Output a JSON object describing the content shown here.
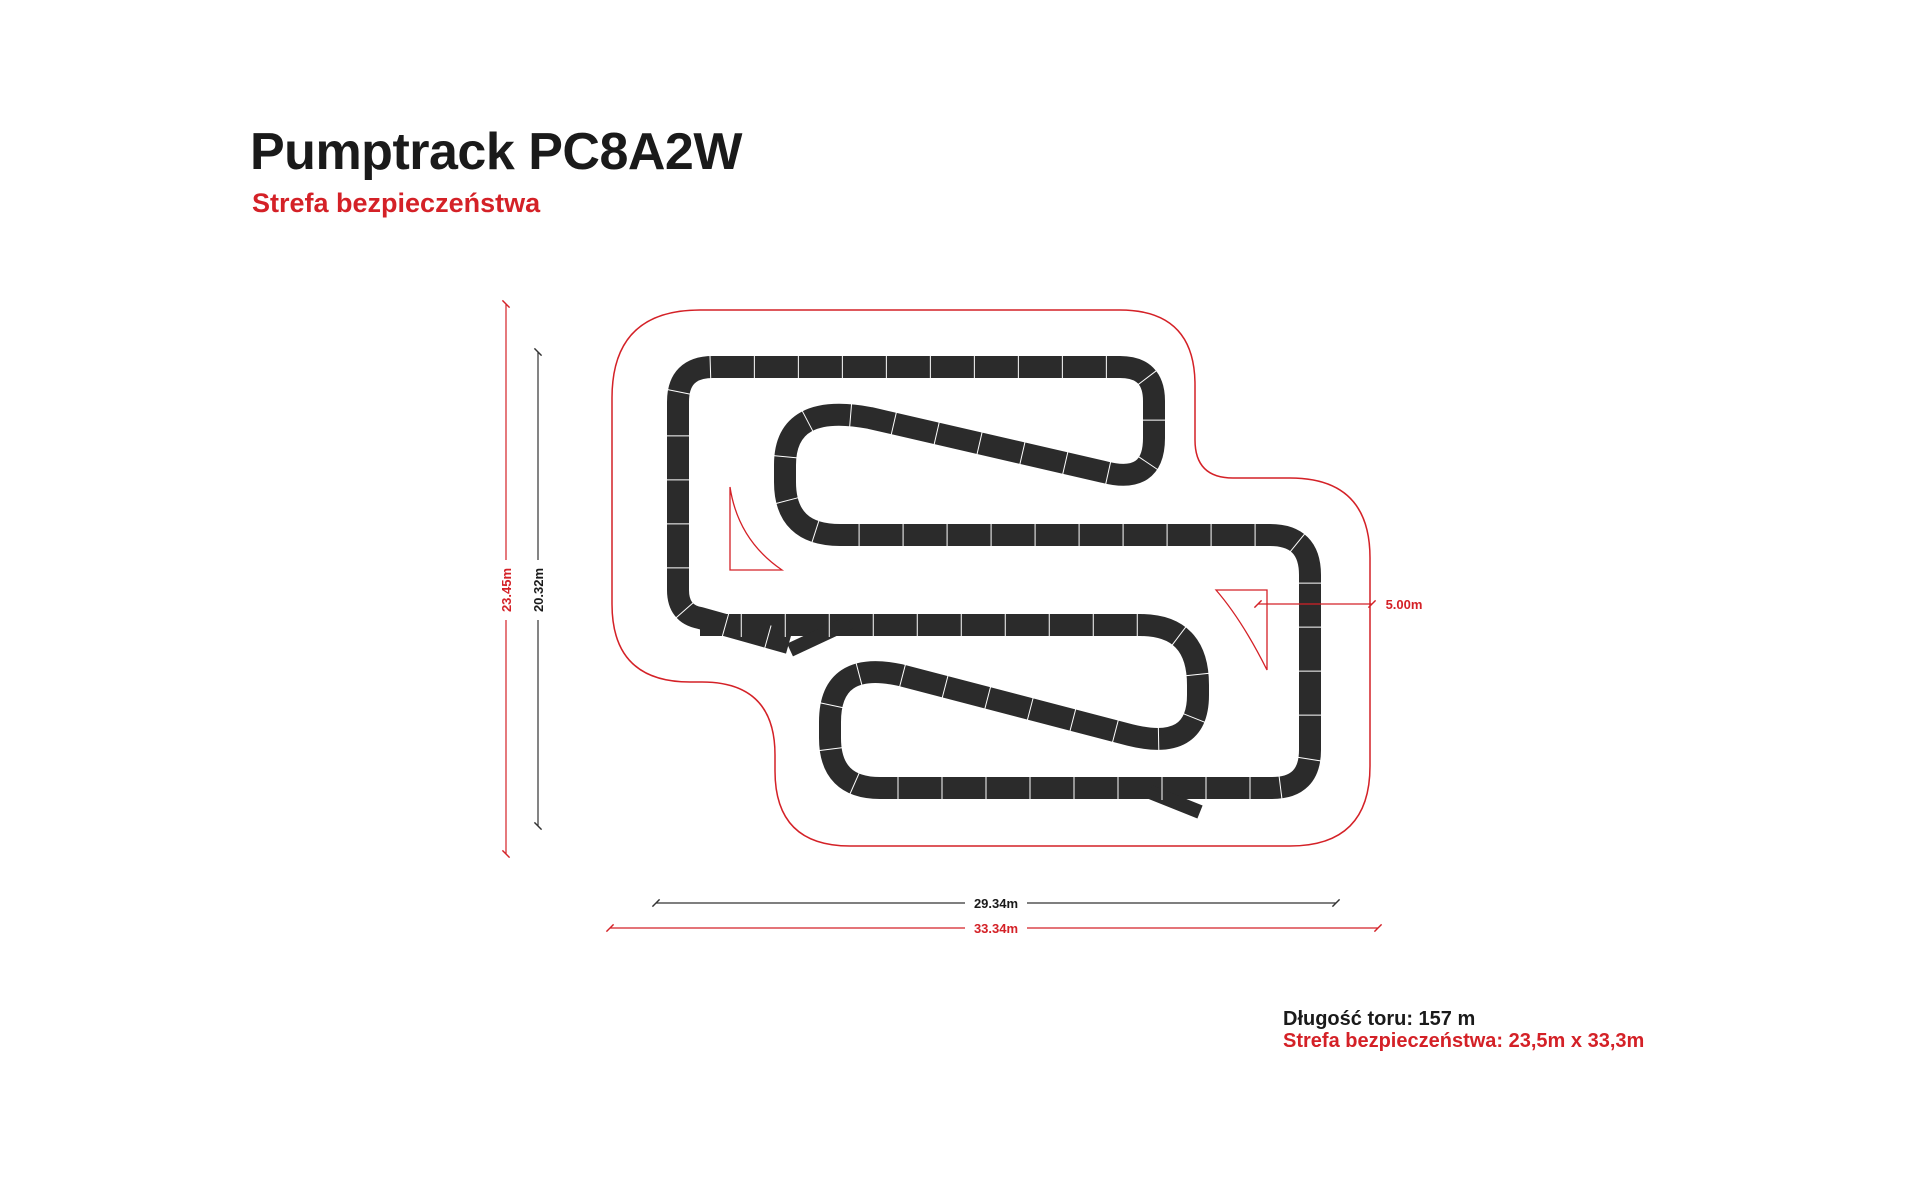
{
  "title": "Pumptrack PC8A2W",
  "subtitle": "Strefa bezpieczeństwa",
  "dimensions": {
    "inner_height": "20.32m",
    "outer_height": "23.45m",
    "inner_width": "29.34m",
    "outer_width": "33.34m",
    "offset": "5.00m"
  },
  "info": {
    "track_length": "Długość toru: 157 m",
    "safety_zone": "Strefa bezpieczeństwa: 23,5m x 33,3m"
  },
  "colors": {
    "track": "#2b2b2b",
    "safety_zone": "#d42127",
    "text": "#1a1a1a"
  }
}
